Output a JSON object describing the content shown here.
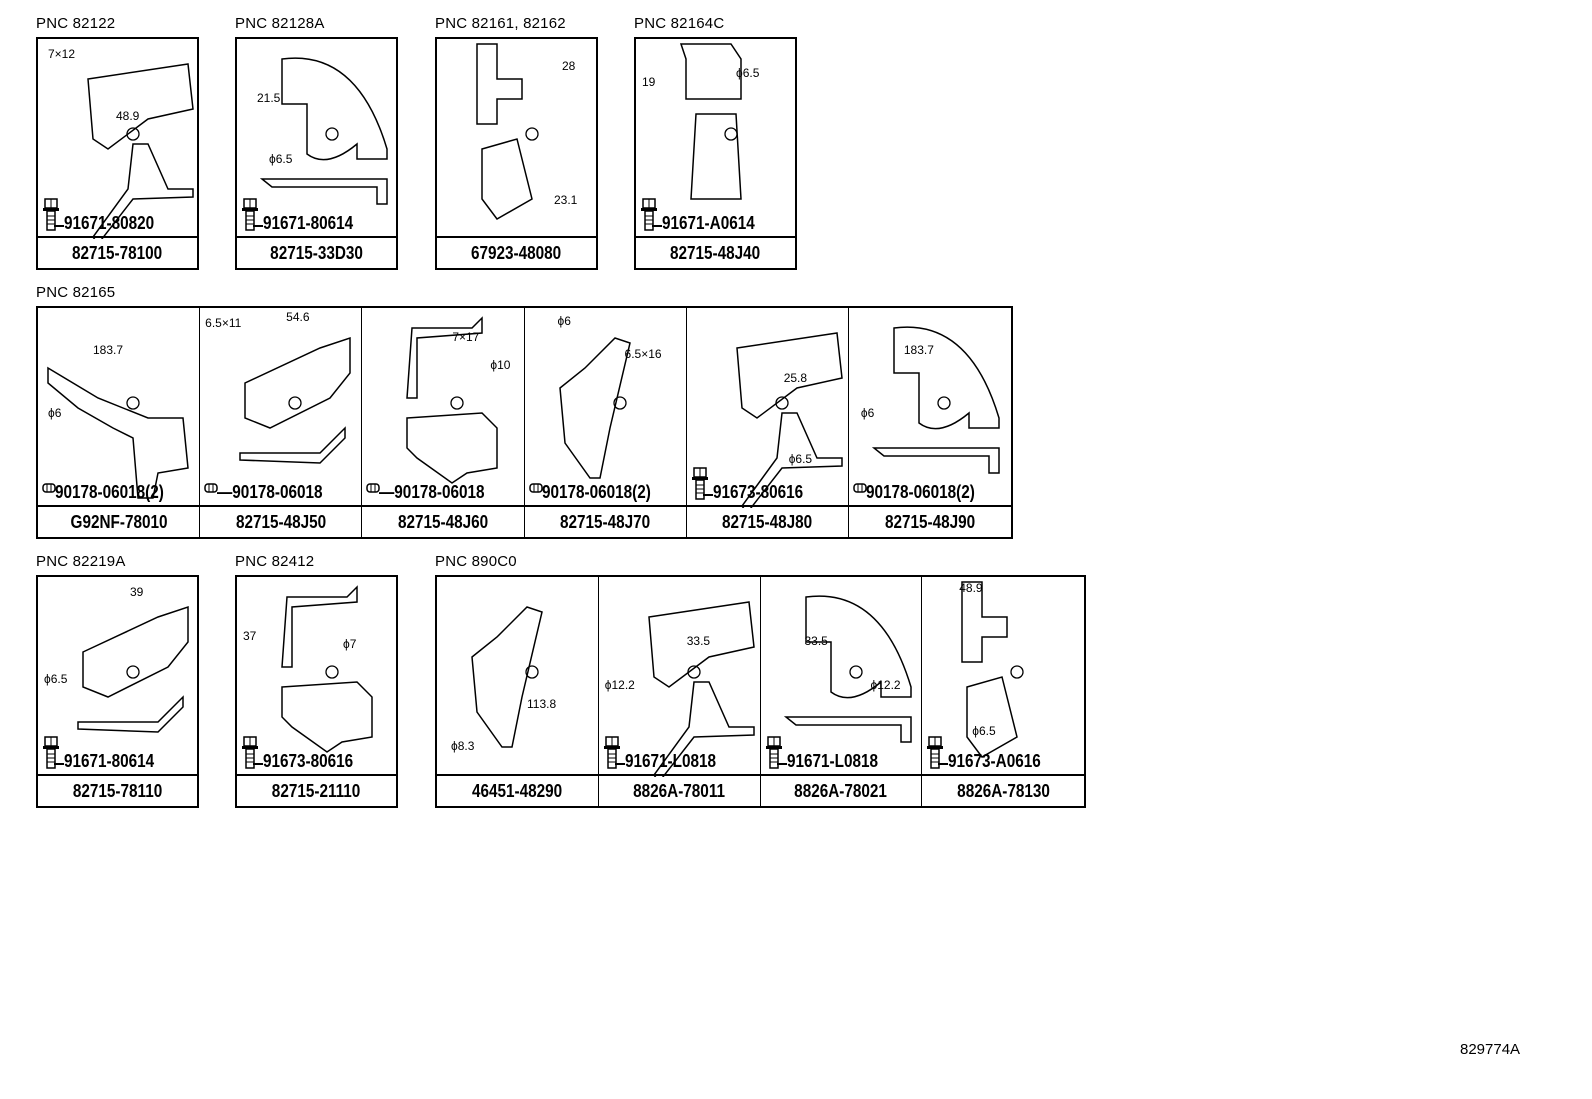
{
  "groups": [
    {
      "pnc": "PNC 82122",
      "cells": [
        {
          "part_number": "82715-78100",
          "fastener": {
            "type": "bolt",
            "number": "91671-80820"
          },
          "dims": [
            "7×12",
            "48.9"
          ]
        }
      ]
    },
    {
      "pnc": "PNC 82128A",
      "cells": [
        {
          "part_number": "82715-33D30",
          "fastener": {
            "type": "bolt",
            "number": "91671-80614"
          },
          "dims": [
            "21.5",
            "ϕ6.5"
          ]
        }
      ]
    },
    {
      "pnc": "PNC 82161, 82162",
      "cells": [
        {
          "part_number": "67923-48080",
          "fastener": null,
          "dims": [
            "28",
            "23.1"
          ]
        }
      ]
    },
    {
      "pnc": "PNC 82164C",
      "cells": [
        {
          "part_number": "82715-48J40",
          "fastener": {
            "type": "bolt",
            "number": "91671-A0614"
          },
          "dims": [
            "19",
            "ϕ6.5"
          ]
        }
      ]
    },
    {
      "pnc": "PNC 82165",
      "cells": [
        {
          "part_number": "G92NF-78010",
          "fastener": {
            "type": "nut",
            "number": "90178-06018(2)"
          },
          "dims": [
            "183.7",
            "ϕ6"
          ]
        },
        {
          "part_number": "82715-48J50",
          "fastener": {
            "type": "nut",
            "number": "—90178-06018"
          },
          "dims": [
            "6.5×11",
            "54.6"
          ]
        },
        {
          "part_number": "82715-48J60",
          "fastener": {
            "type": "nut",
            "number": "—90178-06018"
          },
          "dims": [
            "7×17",
            "ϕ10"
          ]
        },
        {
          "part_number": "82715-48J70",
          "fastener": {
            "type": "nut",
            "number": "90178-06018(2)"
          },
          "dims": [
            "ϕ6",
            "6.5×16"
          ]
        },
        {
          "part_number": "82715-48J80",
          "fastener": {
            "type": "bolt",
            "number": "91673-80616"
          },
          "dims": [
            "25.8",
            "ϕ6.5"
          ]
        },
        {
          "part_number": "82715-48J90",
          "fastener": {
            "type": "nut",
            "number": "90178-06018(2)"
          },
          "dims": [
            "183.7",
            "ϕ6"
          ]
        }
      ]
    },
    {
      "pnc": "PNC 82219A",
      "cells": [
        {
          "part_number": "82715-78110",
          "fastener": {
            "type": "bolt",
            "number": "91671-80614"
          },
          "dims": [
            "39",
            "ϕ6.5"
          ]
        }
      ]
    },
    {
      "pnc": "PNC 82412",
      "cells": [
        {
          "part_number": "82715-21110",
          "fastener": {
            "type": "bolt",
            "number": "91673-80616"
          },
          "dims": [
            "37",
            "ϕ7"
          ]
        }
      ]
    },
    {
      "pnc": "PNC 890C0",
      "cells": [
        {
          "part_number": "46451-48290",
          "fastener": null,
          "dims": [
            "113.8",
            "ϕ8.3"
          ]
        },
        {
          "part_number": "8826A-78011",
          "fastener": {
            "type": "bolt",
            "number": "91671-L0818"
          },
          "dims": [
            "33.5",
            "ϕ12.2"
          ]
        },
        {
          "part_number": "8826A-78021",
          "fastener": {
            "type": "bolt",
            "number": "91671-L0818"
          },
          "dims": [
            "33.5",
            "ϕ12.2"
          ]
        },
        {
          "part_number": "8826A-78130",
          "fastener": {
            "type": "bolt",
            "number": "91673-A0616"
          },
          "dims": [
            "48.9",
            "ϕ6.5"
          ]
        }
      ]
    }
  ],
  "footer": {
    "illustration_id": "829774A"
  }
}
